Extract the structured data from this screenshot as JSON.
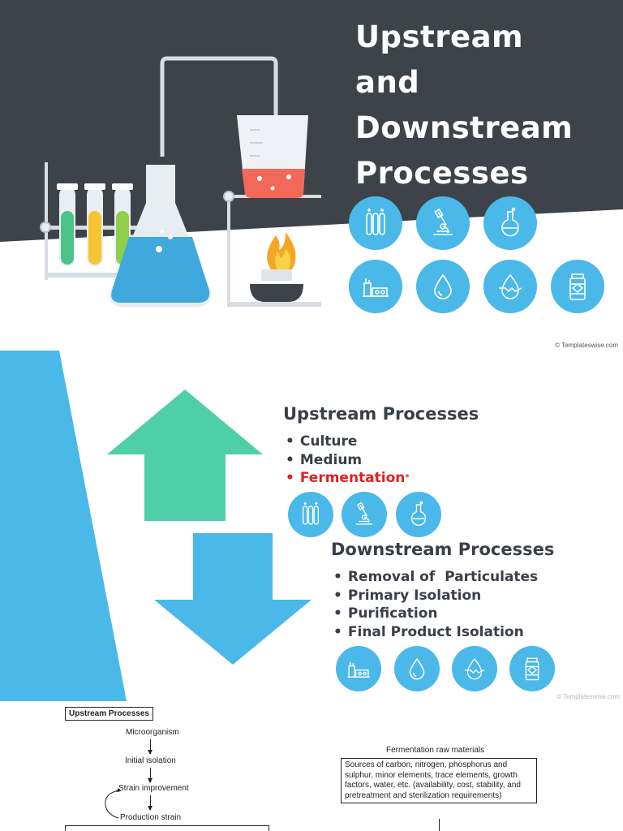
{
  "slide1": {
    "title_lines": [
      "Upstream",
      "and",
      "Downstream",
      "Processes"
    ],
    "credit": "© Templateswise.com",
    "icons": [
      "test-tubes-icon",
      "microscope-icon",
      "round-flask-icon",
      "factory-icon",
      "water-drop-icon",
      "egg-icon",
      "pill-bottle-icon"
    ],
    "colors": {
      "dark": "#3e434a",
      "accent": "#4ab8e8"
    }
  },
  "slide2": {
    "upstream": {
      "heading": "Upstream Processes",
      "items": [
        "Culture",
        "Medium"
      ],
      "highlight": "Fermentation",
      "highlight_mark": "*"
    },
    "downstream": {
      "heading": "Downstream Processes",
      "items": [
        "Removal of  Particulates",
        "Primary Isolation",
        "Purification",
        "Final Product Isolation"
      ]
    },
    "credit": "© Templateswise.com",
    "colors": {
      "up_arrow": "#4ecfa8",
      "down_arrow": "#4ab8e8",
      "side_band": "#4ab8e8"
    }
  },
  "slide3": {
    "flow_title": "Upstream Processes",
    "steps": [
      "Microorganism",
      "Initial isolation",
      "Strain improvement",
      "Production strain"
    ],
    "raw_title": "Fermentation raw materials",
    "raw_text": "Sources of carbon, nitrogen, phosphorus and sulphur, minor elements, trace elements, growth factors, water, etc. (availability, cost, stability, and pretreatment and sterilization requirements)"
  }
}
